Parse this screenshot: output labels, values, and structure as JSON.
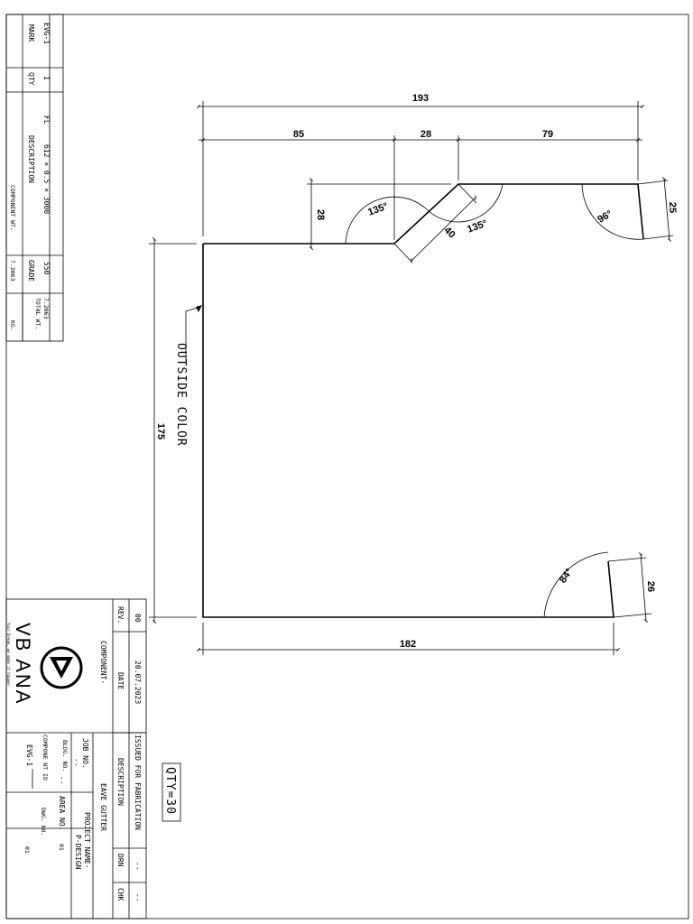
{
  "dimensions": {
    "overall_width": "193",
    "seg_left": "85",
    "seg_mid": "28",
    "seg_right": "79",
    "step_height": "28",
    "flange_top": "25",
    "diag_length": "40",
    "angle_a": "135°",
    "angle_b": "135°",
    "angle_top_right": "96°",
    "height_left": "175",
    "bottom_width": "182",
    "angle_bottom_right": "84°",
    "flange_bottom": "26"
  },
  "labels": {
    "outside_color": "OUTSIDE COLOR",
    "qty_box": "QTY=30"
  },
  "parts_table": {
    "mark_label": "MARK",
    "mark_value": "EVG-1",
    "qty_label": "QTY",
    "qty_value": "1",
    "description_label": "DESCRIPTION",
    "description_prefix": "FL",
    "description_value": "612 × 0.5 × 3000",
    "component_wt": "COMPONENT WT.",
    "grade_label": "GRADE",
    "grade_value": "550",
    "wt_value": "7.2063",
    "total_wt_label": "TOTAL WT.",
    "total_wt_value": "7.2063",
    "kg_label": "KG."
  },
  "title_block": {
    "logo_text": "VB ANA",
    "logo_tagline": "Your Dream, we make it happen",
    "rev_label": "REV.",
    "rev_value": "00",
    "date_label": "DATE",
    "date_value": "20.07.2023",
    "desc_label": "DESCRIPTION",
    "desc_value": "ISSUED FOR FABRICATION",
    "drn_label": "DRN",
    "drn_value": "--",
    "chk_label": "CHK",
    "chk_value": "--",
    "component_label": "COMPONENT-",
    "component_value": "EAVE GUTTER",
    "job_label": "JOB NO.",
    "job_value": "--",
    "project_label": "PROJECT NAME-",
    "project_value": "P-DESIGN",
    "bldg_label": "BLDG. NO.",
    "bldg_value": "--",
    "area_label": "AREA NO.",
    "area_value": "01",
    "compid_label": "COMPONE NT ID",
    "compid_value": "EVG-1",
    "dwg_label": "DWG. NO.",
    "dwg_value": "01"
  }
}
